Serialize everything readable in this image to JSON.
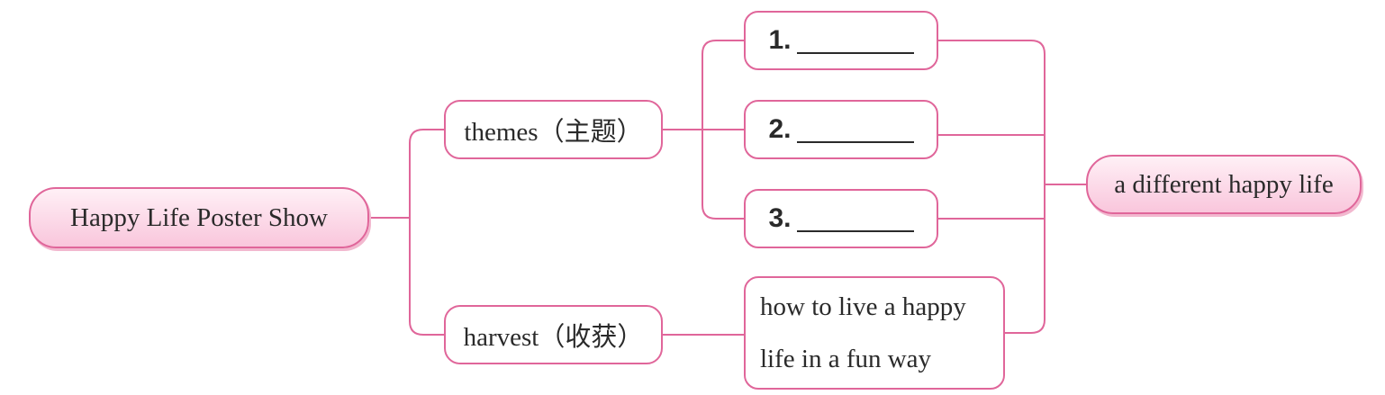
{
  "root": {
    "label": "Happy Life Poster Show"
  },
  "branches": {
    "themes": {
      "label": "themes（主题）"
    },
    "harvest": {
      "label": "harvest（收获）"
    }
  },
  "theme_items": [
    {
      "number": "1.",
      "blank": ""
    },
    {
      "number": "2.",
      "blank": ""
    },
    {
      "number": "3.",
      "blank": ""
    }
  ],
  "harvest_item": {
    "line1": "how to live a happy",
    "line2": "life in a fun way"
  },
  "result": {
    "label": "a different happy life"
  },
  "colors": {
    "border": "#e0669a",
    "pink_fill": "#f9c6dc"
  }
}
